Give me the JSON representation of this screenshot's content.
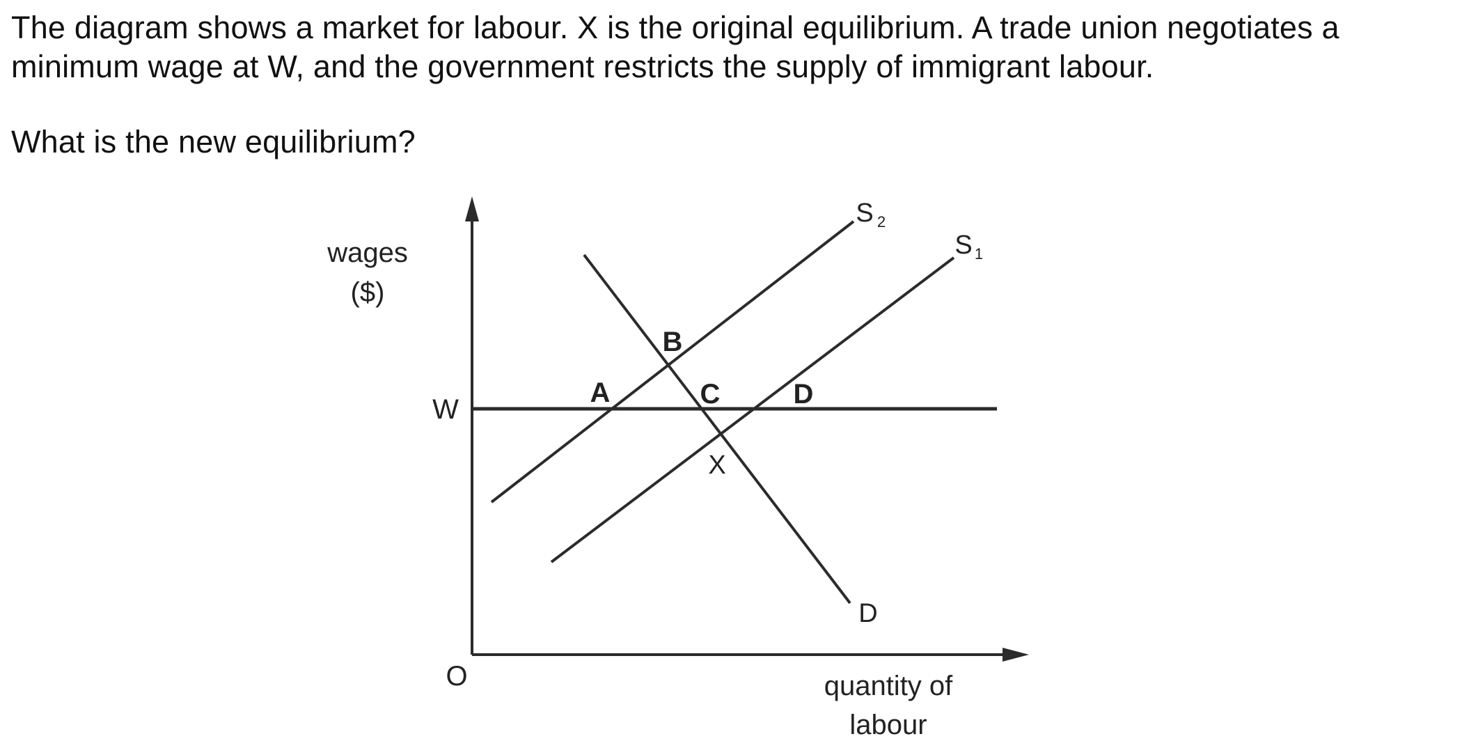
{
  "question": {
    "line1": "The diagram shows a market for labour. X is the original equilibrium. A trade union negotiates a",
    "line2": "minimum wage at W, and the government restricts the supply of immigrant labour.",
    "prompt": "What is the new equilibrium?"
  },
  "diagram": {
    "y_axis_label_line1": "wages",
    "y_axis_label_line2": "($)",
    "x_axis_label_line1": "quantity of",
    "x_axis_label_line2": "labour",
    "origin_label": "O",
    "wage_floor_label": "W",
    "demand_label": "D",
    "supply1_label": "S",
    "supply1_sub": "1",
    "supply2_label": "S",
    "supply2_sub": "2",
    "point_a": "A",
    "point_b": "B",
    "point_c": "C",
    "point_d": "D",
    "point_x": "X"
  }
}
